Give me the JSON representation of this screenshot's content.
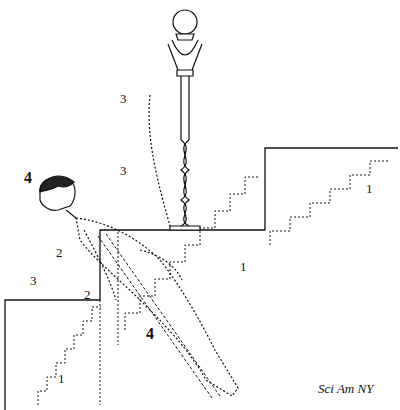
{
  "diagram": {
    "labels": [
      "4",
      "3",
      "3",
      "2",
      "2",
      "3",
      "1",
      "1",
      "1",
      "4",
      "Sci Am NY"
    ]
  }
}
